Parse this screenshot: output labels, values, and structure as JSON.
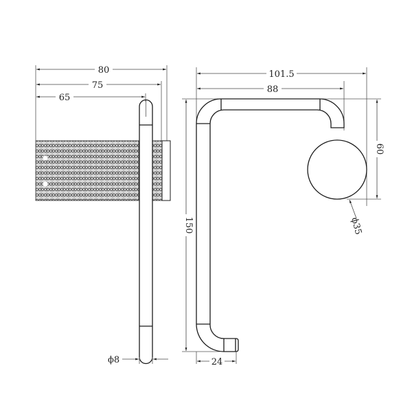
{
  "drawing": {
    "title": "Toilet roll holder technical drawing",
    "side_view": {
      "dims": {
        "overall_depth": "80",
        "mid_depth": "75",
        "bar_depth": "65",
        "bar_diameter": "ϕ8"
      }
    },
    "front_view": {
      "dims": {
        "overall_width": "101.5",
        "inner_width": "88",
        "height": "150",
        "base_projection": "24",
        "cap_offset": "60",
        "cap_diameter": "ϕ35"
      }
    },
    "colors": {
      "line": "#1a1a1a",
      "dimension": "#444444",
      "background": "#ffffff"
    }
  }
}
